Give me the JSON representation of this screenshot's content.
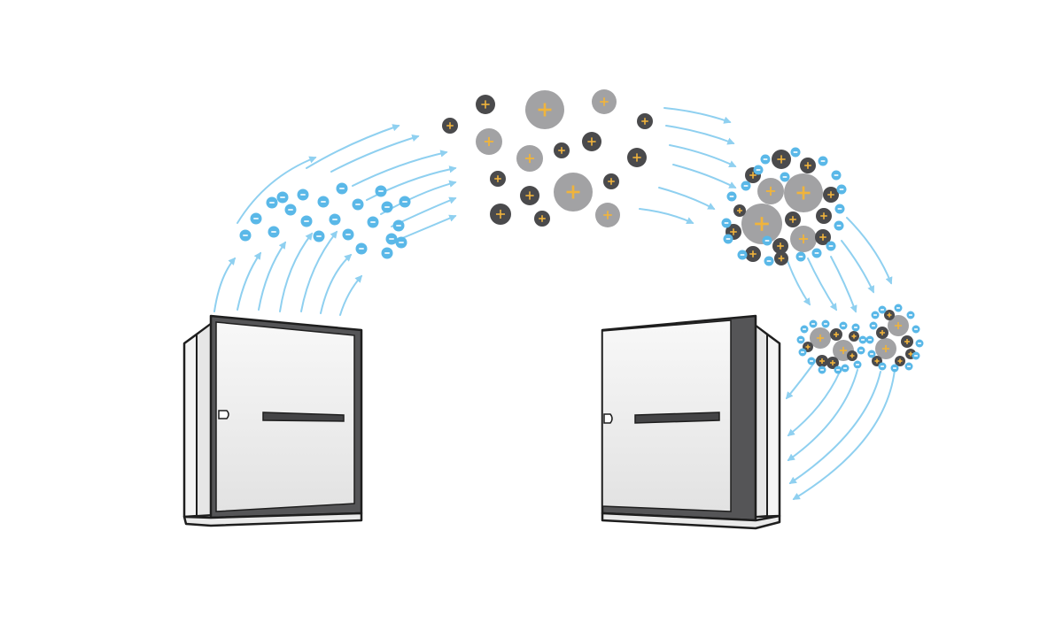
{
  "colors": {
    "negative_fill": "#5ab8e8",
    "negative_sign": "#ffffff",
    "arrow": "#8fd0f0",
    "large_positive_fill": "#a2a2a4",
    "dark_positive_fill": "#4a4a4c",
    "positive_sign": "#f0b43c",
    "device_outline": "#1e1e1e",
    "device_face": "#f4f4f4",
    "device_dark_panel": "#555557",
    "handle": "#444446"
  },
  "symbols": {
    "positive": "+",
    "negative": "−"
  },
  "devices": [
    {
      "name": "device-left",
      "icon": "wall-mounted-unit"
    },
    {
      "name": "device-right",
      "icon": "wall-mounted-unit"
    }
  ],
  "flows": [
    {
      "name": "negative-ion-outflow",
      "direction": "up-right"
    },
    {
      "name": "positive-ion-spread",
      "direction": "right"
    },
    {
      "name": "cluster-formation",
      "direction": "down"
    },
    {
      "name": "return-flow",
      "direction": "down-left"
    }
  ]
}
